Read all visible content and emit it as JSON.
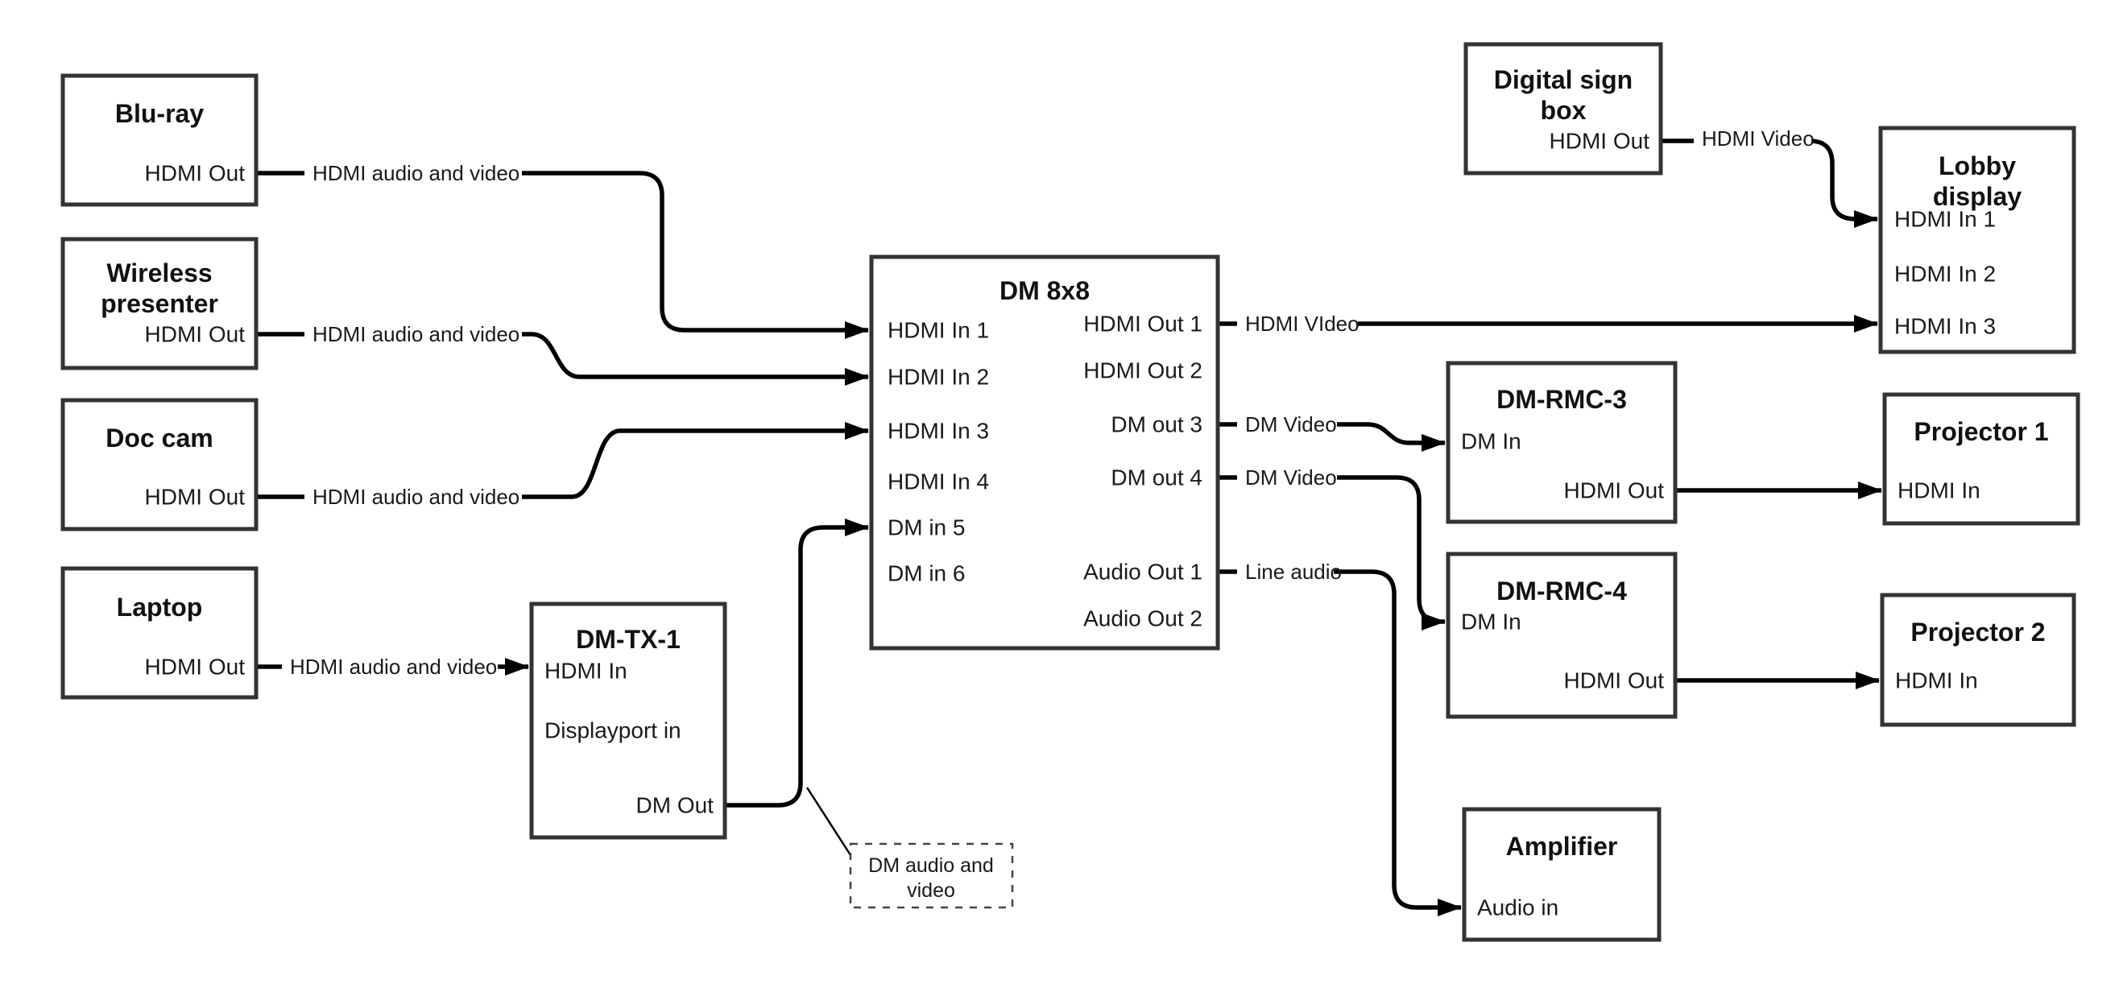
{
  "canvas": {
    "background_color": "#ffffff",
    "line_color": "#000000",
    "box_border_color": "#333333"
  },
  "nodes": {
    "bluray": {
      "title": "Blu-ray",
      "port_hdmi_out": "HDMI Out"
    },
    "wireless_presenter": {
      "title_line1": "Wireless",
      "title_line2": "presenter",
      "port_hdmi_out": "HDMI Out"
    },
    "doc_cam": {
      "title": "Doc cam",
      "port_hdmi_out": "HDMI Out"
    },
    "laptop": {
      "title": "Laptop",
      "port_hdmi_out": "HDMI Out"
    },
    "dm_tx_1": {
      "title": "DM-TX-1",
      "port_hdmi_in": "HDMI In",
      "port_displayport_in": "Displayport in",
      "port_dm_out": "DM Out"
    },
    "dm_8x8": {
      "title": "DM 8x8",
      "port_hdmi_in_1": "HDMI In 1",
      "port_hdmi_in_2": "HDMI In 2",
      "port_hdmi_in_3": "HDMI In 3",
      "port_hdmi_in_4": "HDMI In 4",
      "port_dm_in_5": "DM in 5",
      "port_dm_in_6": "DM in 6",
      "port_hdmi_out_1": "HDMI Out 1",
      "port_hdmi_out_2": "HDMI Out 2",
      "port_dm_out_3": "DM out 3",
      "port_dm_out_4": "DM out 4",
      "port_audio_out_1": "Audio Out 1",
      "port_audio_out_2": "Audio Out 2"
    },
    "digital_sign_box": {
      "title_line1": "Digital sign",
      "title_line2": "box",
      "port_hdmi_out": "HDMI Out"
    },
    "lobby_display": {
      "title_line1": "Lobby",
      "title_line2": "display",
      "port_hdmi_in_1": "HDMI In 1",
      "port_hdmi_in_2": "HDMI In 2",
      "port_hdmi_in_3": "HDMI In 3"
    },
    "dm_rmc_3": {
      "title": "DM-RMC-3",
      "port_dm_in": "DM In",
      "port_hdmi_out": "HDMI Out"
    },
    "dm_rmc_4": {
      "title": "DM-RMC-4",
      "port_dm_in": "DM In",
      "port_hdmi_out": "HDMI Out"
    },
    "projector_1": {
      "title": "Projector 1",
      "port_hdmi_in": "HDMI In"
    },
    "projector_2": {
      "title": "Projector 2",
      "port_hdmi_in": "HDMI In"
    },
    "amplifier": {
      "title": "Amplifier",
      "port_audio_in": "Audio in"
    }
  },
  "edge_labels": {
    "bluray_to_dm8x8": "HDMI audio and video",
    "wireless_to_dm8x8": "HDMI audio and video",
    "doccam_to_dm8x8": "HDMI audio and video",
    "laptop_to_dmtx1": "HDMI audio and video",
    "hdmi_out1_to_lobby": "HDMI VIdeo",
    "dm_out3_to_rmc3": "DM Video",
    "dm_out4_to_rmc4": "DM Video",
    "audio_out1_to_amp": "Line audio",
    "digital_sign_to_lobby": "HDMI Video"
  },
  "note": {
    "line1": "DM audio and",
    "line2": "video"
  }
}
